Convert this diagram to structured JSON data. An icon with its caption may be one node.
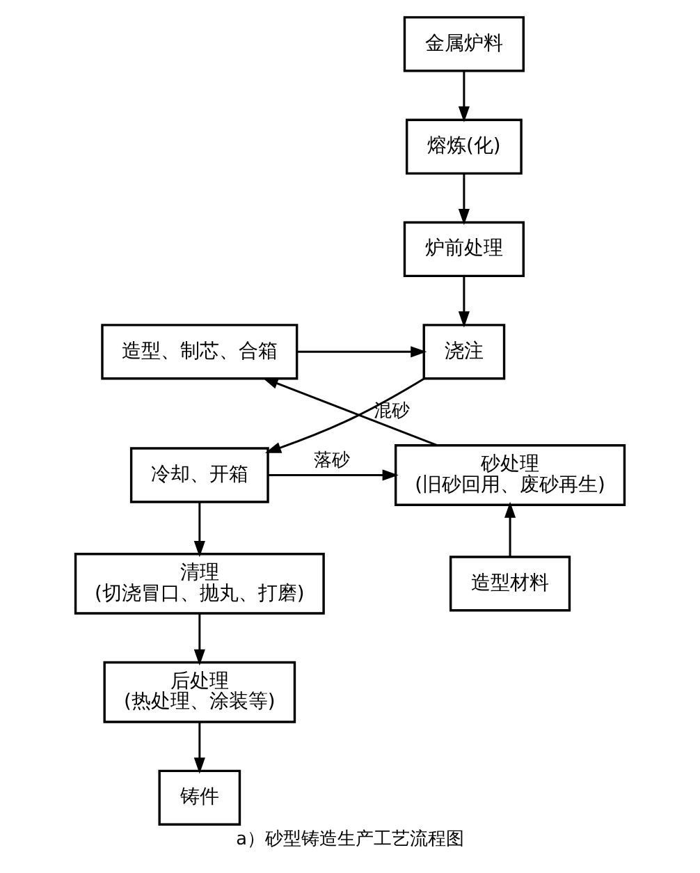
{
  "diagram": {
    "caption": "a）砂型铸造生产工艺流程图",
    "nodes": [
      {
        "text": [
          "金属炉料"
        ]
      },
      {
        "text": [
          "熔炼(化)"
        ]
      },
      {
        "text": [
          "炉前处理"
        ]
      },
      {
        "text": [
          "造型、制芯、合箱"
        ]
      },
      {
        "text": [
          "浇注"
        ]
      },
      {
        "text": [
          "砂处理",
          "(旧砂回用、废砂再生)"
        ]
      },
      {
        "text": [
          "冷却、开箱"
        ]
      },
      {
        "text": [
          "造型材料"
        ]
      },
      {
        "text": [
          "清理",
          "(切浇冒口、抛丸、打磨)"
        ]
      },
      {
        "text": [
          "后处理",
          "(热处理、涂装等)"
        ]
      },
      {
        "text": [
          "铸件"
        ]
      }
    ],
    "edges": [
      {
        "from": 0,
        "to": 1,
        "arrow": "to"
      },
      {
        "from": 1,
        "to": 2,
        "arrow": "to"
      },
      {
        "from": 2,
        "to": 4,
        "arrow": "to"
      },
      {
        "from": 3,
        "to": 4,
        "arrow": "to"
      },
      {
        "from": 4,
        "to": 6,
        "arrow": "to"
      },
      {
        "from": 6,
        "to": 5,
        "label": "落砂",
        "arrow": "to"
      },
      {
        "from": 5,
        "to": 3,
        "label": "混砂",
        "arrow": "to"
      },
      {
        "from": 7,
        "to": 5,
        "arrow": "to"
      },
      {
        "from": 6,
        "to": 8,
        "arrow": "to"
      },
      {
        "from": 8,
        "to": 9,
        "arrow": "to"
      },
      {
        "from": 9,
        "to": 10,
        "arrow": "to"
      }
    ]
  }
}
